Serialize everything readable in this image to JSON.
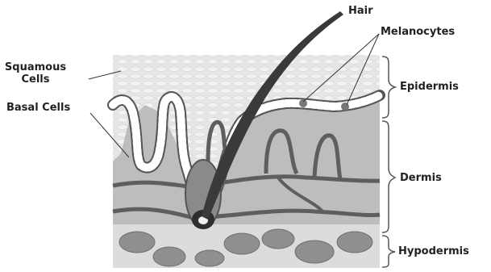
{
  "diagram": {
    "labels": {
      "hair": "Hair",
      "melanocytes": "Melanocytes",
      "squamous_line1": "Squamous",
      "squamous_line2": "Cells",
      "basal_cells": "Basal Cells",
      "epidermis": "Epidermis",
      "dermis": "Dermis",
      "hypodermis": "Hypodermis"
    },
    "colors": {
      "epidermis_fill": "#e6e6e6",
      "dermis_fill": "#bdbdbd",
      "hypodermis_fill": "#dcdcdc",
      "fat_cell": "#8f8f8f",
      "hair_shaft": "#3a3a3a",
      "basal_cell": "#ffffff",
      "outline": "#555555",
      "vessel": "#5e5e5e",
      "leader_line": "#333333"
    }
  }
}
